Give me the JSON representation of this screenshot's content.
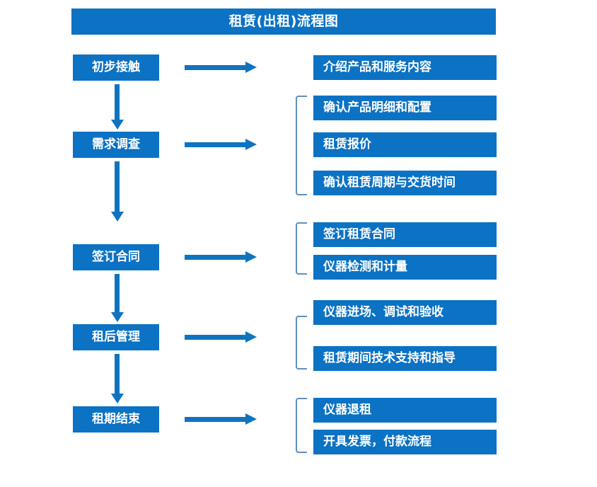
{
  "page": {
    "title": "租赁(出租)流程图",
    "background": "#ffffff",
    "accent_color": "#0b72c4",
    "arrow_color": "#0f73bf",
    "bracket_color": "#5f8fbe",
    "text_color": "#ffffff"
  },
  "stages": [
    {
      "label": "初步接触"
    },
    {
      "label": "需求调查"
    },
    {
      "label": "签订合同"
    },
    {
      "label": "租后管理"
    },
    {
      "label": "租期结束"
    }
  ],
  "detail_groups": [
    {
      "bracketed": false,
      "items": [
        {
          "label": "介绍产品和服务内容"
        }
      ]
    },
    {
      "bracketed": true,
      "items": [
        {
          "label": "确认产品明细和配置"
        },
        {
          "label": "租赁报价"
        },
        {
          "label": "确认租赁周期与交货时间"
        }
      ]
    },
    {
      "bracketed": true,
      "items": [
        {
          "label": "签订租赁合同"
        },
        {
          "label": "仪器检测和计量"
        }
      ]
    },
    {
      "bracketed": true,
      "items": [
        {
          "label": "仪器进场、调试和验收"
        },
        {
          "label": "租赁期间技术支持和指导"
        }
      ]
    },
    {
      "bracketed": true,
      "items": [
        {
          "label": "仪器退租"
        },
        {
          "label": "开具发票，付款流程"
        }
      ]
    }
  ],
  "connectors": {
    "horizontal_arrow_label": "leads-to",
    "vertical_arrow_label": "next-stage",
    "count_horizontal": 5,
    "count_vertical": 4
  }
}
